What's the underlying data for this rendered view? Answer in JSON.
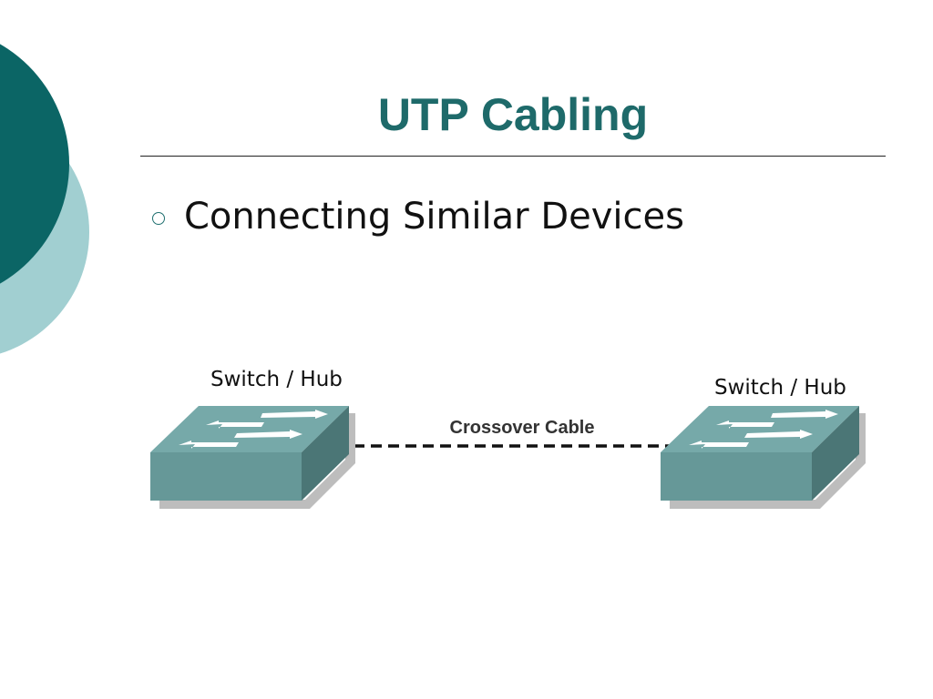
{
  "slide": {
    "title": "UTP Cabling",
    "bullets": [
      {
        "text": "Connecting Similar Devices"
      }
    ]
  },
  "diagram": {
    "devices": [
      {
        "label": "Switch / Hub"
      },
      {
        "label": "Switch / Hub"
      }
    ],
    "cable": {
      "label": "Crossover Cable",
      "style": "dashed"
    }
  },
  "colors": {
    "accent_dark": "#0b6565",
    "accent_light": "#a1cfd1",
    "title": "#1e6a6a",
    "device_top": "#76a9a9",
    "device_front": "#669898",
    "device_side": "#4b7676",
    "device_shadow": "#bdbdbd",
    "cable": "#111111"
  }
}
